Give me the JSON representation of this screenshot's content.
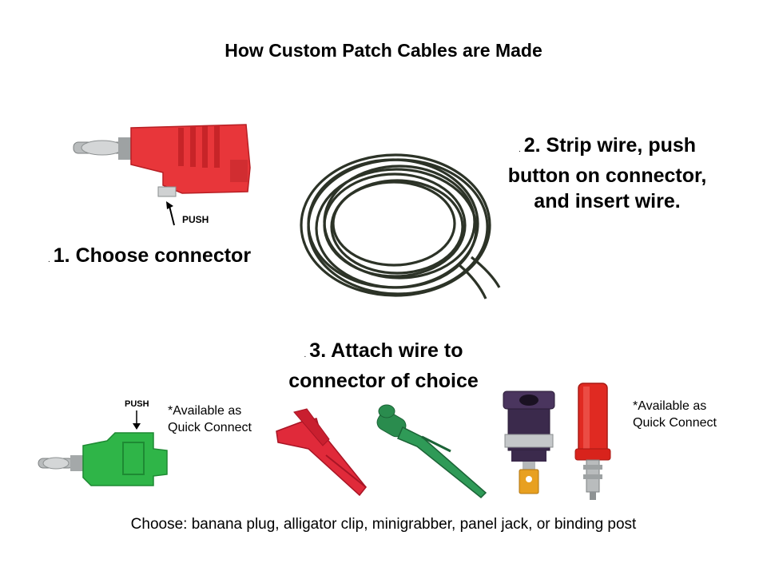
{
  "slide": {
    "title": "How Custom Patch Cables are Made",
    "step1": {
      "bullet": ".",
      "text": "1. Choose connector"
    },
    "step2": {
      "bullet": ".",
      "line1": "2. Strip wire, push",
      "line2": "button on connector,",
      "line3": "and insert wire."
    },
    "step3": {
      "bullet": ".",
      "line1": "3. Attach wire to",
      "line2": "connector of choice"
    },
    "push_label_top": "PUSH",
    "push_label_green": "PUSH",
    "note_left": {
      "line1": "*Available as",
      "line2": "Quick Connect"
    },
    "note_right": {
      "line1": "*Available as",
      "line2": "Quick Connect"
    },
    "caption": "Choose: banana plug, alligator clip, minigrabber, panel jack, or binding post"
  },
  "colors": {
    "red_plug": "#e8363a",
    "green_plug": "#2fb548",
    "wire": "#2c3327",
    "panel_jack": "#3b2a4c",
    "binding_post": "#e02a22"
  },
  "icons": [
    "banana-plug-icon",
    "wire-coil-icon",
    "green-plug-icon",
    "alligator-clip-icon",
    "minigrabber-icon",
    "panel-jack-icon",
    "binding-post-icon"
  ]
}
